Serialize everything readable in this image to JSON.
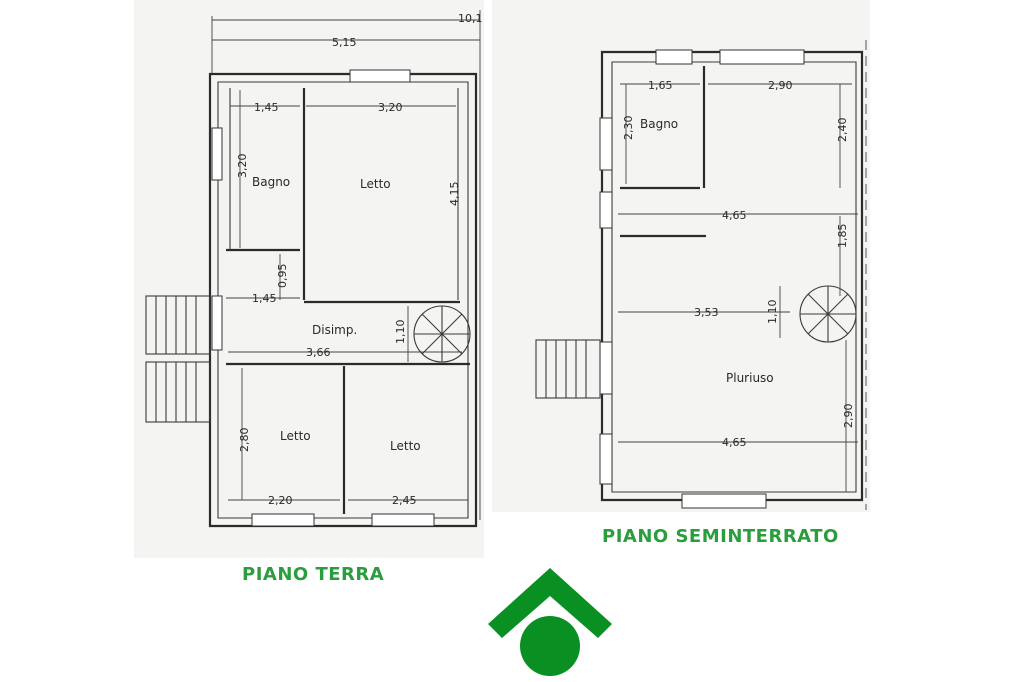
{
  "piano_terra": {
    "title": "PIANO TERRA",
    "rooms": {
      "bagno": "Bagno",
      "letto_1": "Letto",
      "disimp": "Disimp.",
      "letto_2": "Letto",
      "letto_3": "Letto"
    },
    "dims": {
      "overall_top": "10,1",
      "width_top": "5,15",
      "bagno_w": "1,45",
      "letto_w": "3,20",
      "bagno_h": "3,20",
      "letto_h": "4,15",
      "small_v": "0,95",
      "disimp_w": "1,45",
      "stair_h": "1,10",
      "corridor_w": "3,66",
      "letto2_h": "2,80",
      "letto2_w": "2,20",
      "letto3_w": "2,45"
    }
  },
  "piano_seminterrato": {
    "title": "PIANO SEMINTERRATO",
    "rooms": {
      "bagno": "Bagno",
      "pluriuso": "Pluriuso"
    },
    "dims": {
      "bagno_w": "1,65",
      "right_w": "2,90",
      "bagno_h": "2,30",
      "right_h": "2,40",
      "mid_w": "4,65",
      "mid_h": "1,85",
      "stair_w": "3,53",
      "stair_h": "1,10",
      "low_h": "2,90",
      "bottom_w": "4,65"
    }
  },
  "colors": {
    "brand_green": "#0a8f22",
    "label_green": "#2a9d3c"
  },
  "logo_icon": "house-circle-logo-icon"
}
